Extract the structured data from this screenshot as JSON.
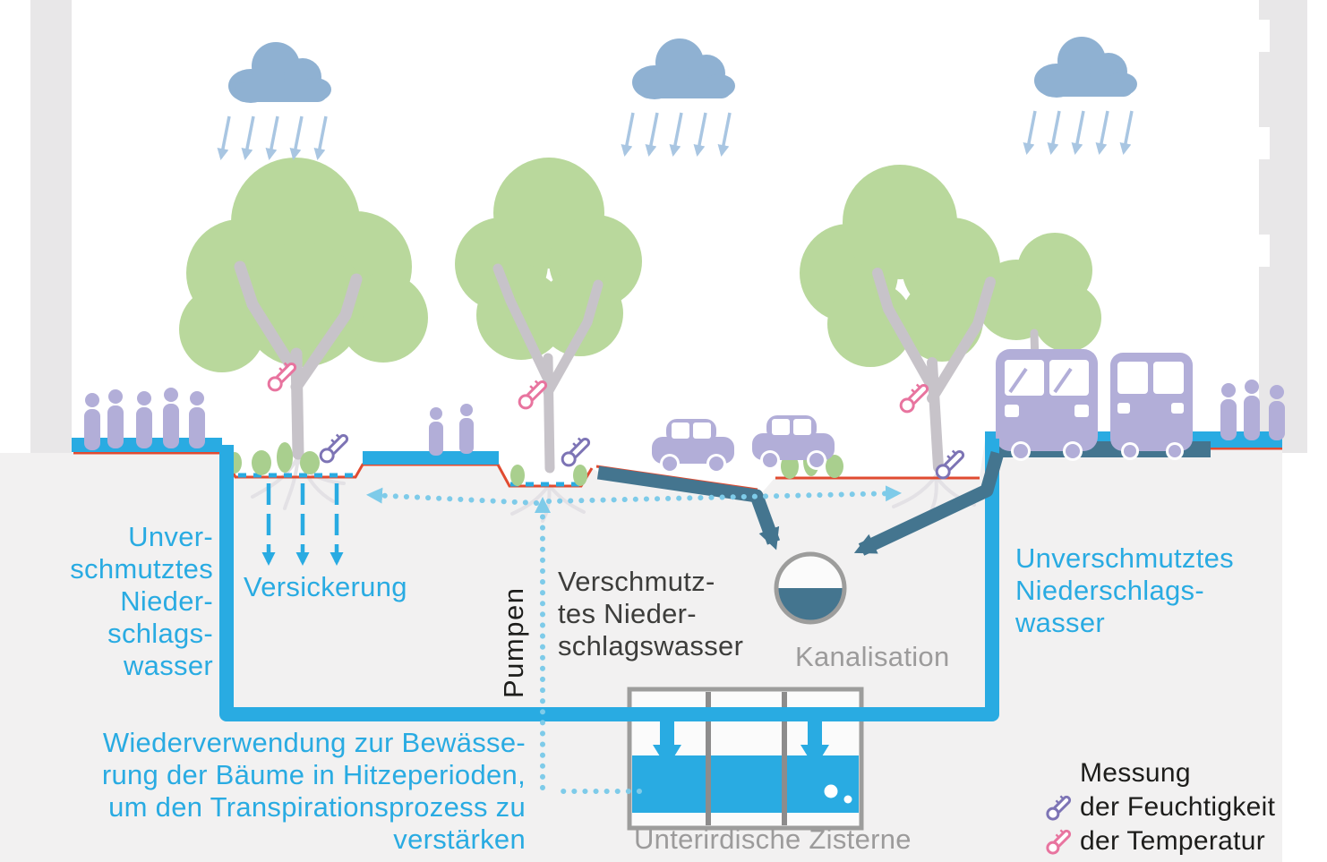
{
  "diagram": {
    "labels": {
      "clean_left": "Unver-\nschmutztes\nNieder-\nschlags-\nwasser",
      "infiltration": "Versickerung",
      "pumps": "Pumpen",
      "polluted": "Verschmutz-\ntes Nieder-\nschlagswasser",
      "sewer": "Kanalisation",
      "clean_right": "Unverschmutztes\nNiederschlags-\nwasser",
      "reuse": "Wiederverwendung zur Bewässe-\nrung der Bäume in Hitzeperioden,\num den Transpirationsprozess zu\nverstärken",
      "cistern": "Unterirdische Zisterne"
    },
    "legend": {
      "title": "Messung",
      "items": [
        {
          "icon": "moisture-sensor-icon",
          "label": "der Feuchtigkeit"
        },
        {
          "icon": "temperature-sensor-icon",
          "label": "der Temperatur"
        }
      ]
    },
    "colors": {
      "clean_water": "#29abe2",
      "polluted_water": "#44758f",
      "cloud": "#8fb1d2",
      "rain": "#a9c6e2",
      "foliage": "#b9d89c",
      "people_vehicles": "#b2aed8",
      "gray_label": "#9c9b9b",
      "dark_label": "#1d1d1b",
      "surface_line": "#e04b31",
      "moisture_sensor": "#7d74b5",
      "temperature_sensor": "#e8749f"
    }
  }
}
